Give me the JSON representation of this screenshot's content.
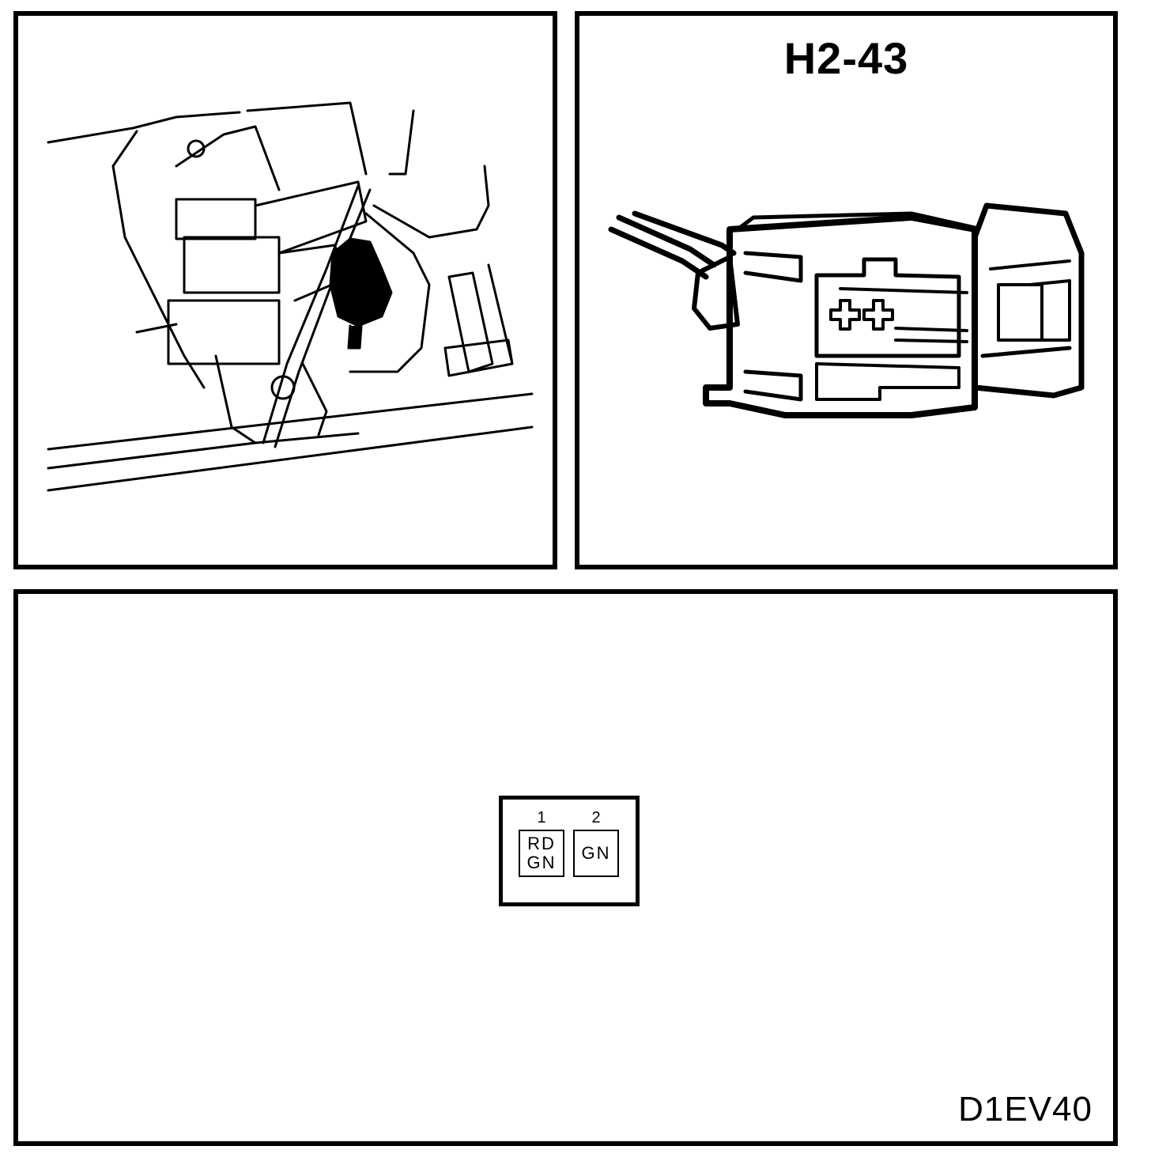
{
  "connector": {
    "id": "H2-43"
  },
  "pins": [
    {
      "number": "1",
      "wire_line1": "RD",
      "wire_line2": "GN"
    },
    {
      "number": "2",
      "wire_line1": "GN",
      "wire_line2": ""
    }
  ],
  "figure_code": "D1EV40",
  "colors": {
    "ink": "#000000",
    "paper": "#ffffff"
  }
}
